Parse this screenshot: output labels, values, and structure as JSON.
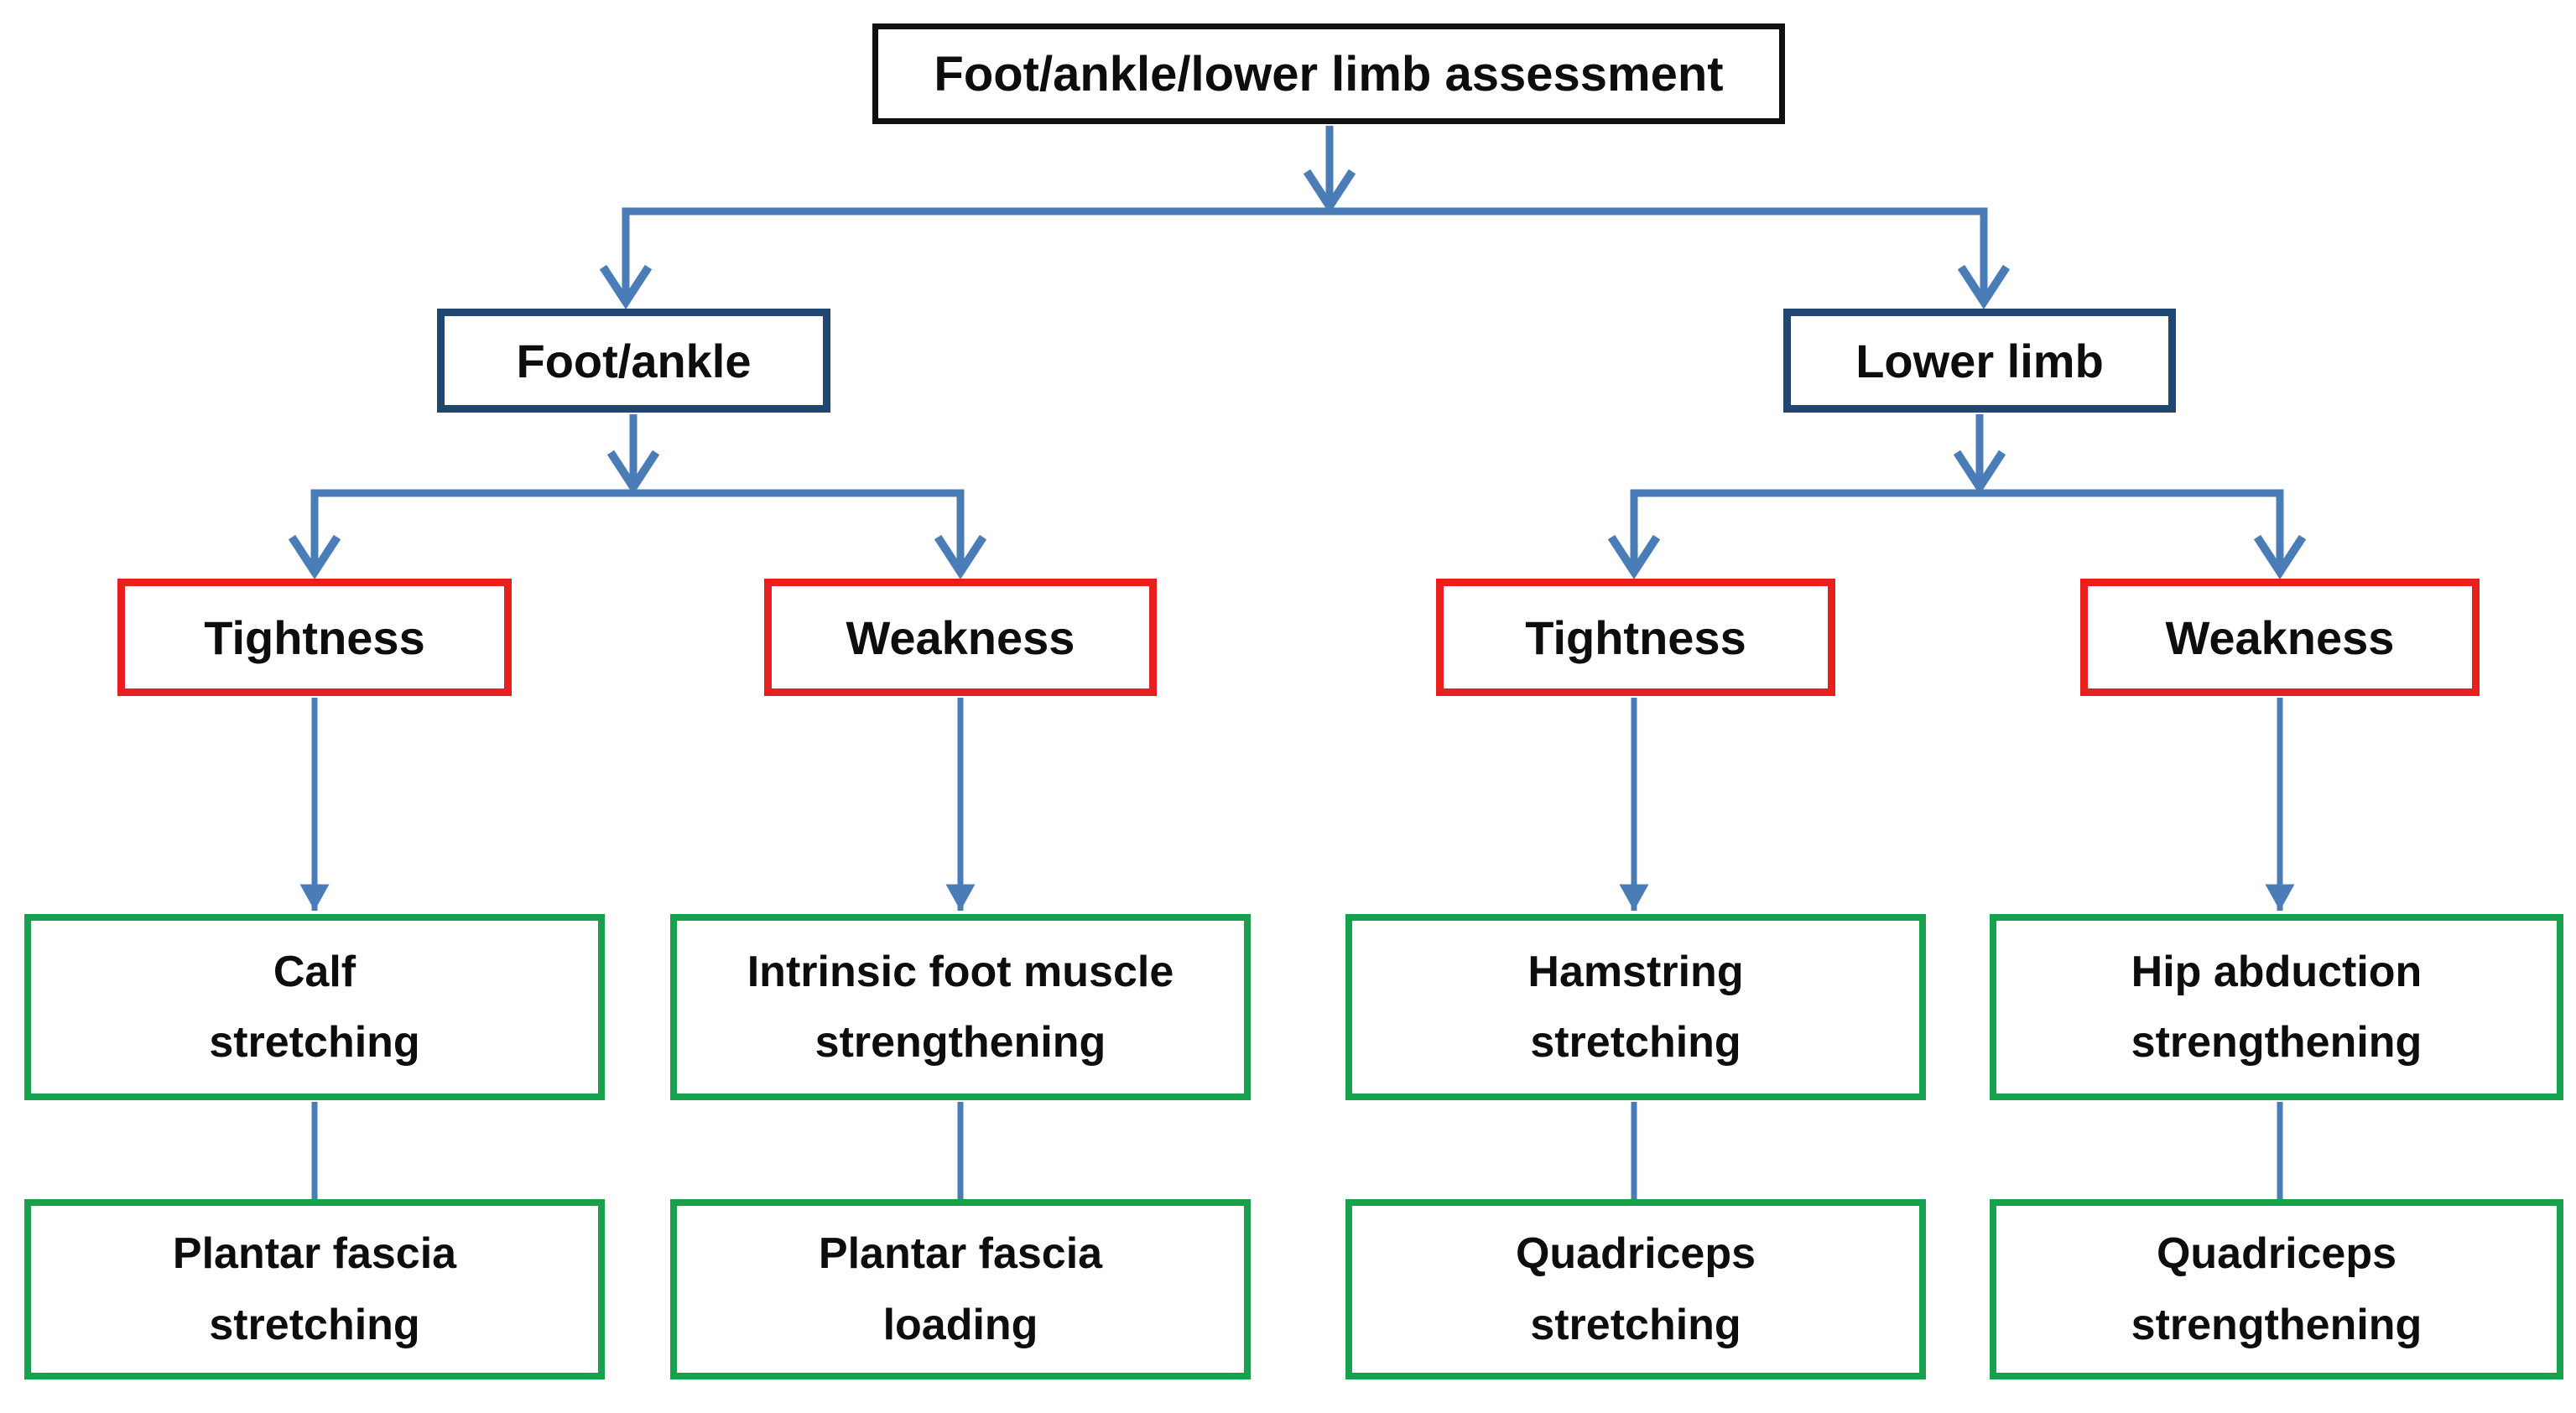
{
  "diagram": {
    "type": "flowchart",
    "title": "Foot/ankle/lower limb assessment",
    "colors": {
      "connector_blue": "#4a7db8",
      "finding_border_red": "#e81f1f",
      "intervention_border_green": "#16a24d",
      "region_border_navy": "#204672",
      "root_border_black": "#111111",
      "text": "#0d0d0d",
      "background": "#ffffff"
    },
    "nodes": {
      "root": {
        "label": "Foot/ankle/lower limb assessment"
      },
      "foot_ankle": {
        "label": "Foot/ankle"
      },
      "lower_limb": {
        "label": "Lower limb"
      },
      "foot_tightness": {
        "label": "Tightness"
      },
      "foot_weakness": {
        "label": "Weakness"
      },
      "limb_tightness": {
        "label": "Tightness"
      },
      "limb_weakness": {
        "label": "Weakness"
      },
      "calf": {
        "line1": "Calf",
        "line2": "stretching"
      },
      "intrinsic": {
        "line1": "Intrinsic foot muscle",
        "line2": "strengthening"
      },
      "hamstring": {
        "line1": "Hamstring",
        "line2": "stretching"
      },
      "hip_abduction": {
        "line1": "Hip abduction",
        "line2": "strengthening"
      },
      "plantar_stretch": {
        "line1": "Plantar fascia",
        "line2": "stretching"
      },
      "plantar_loading": {
        "line1": "Plantar fascia",
        "line2": "loading"
      },
      "quad_stretch": {
        "line1": "Quadriceps",
        "line2": "stretching"
      },
      "quad_strength": {
        "line1": "Quadriceps",
        "line2": "strengthening"
      }
    },
    "edges": [
      {
        "from": "root",
        "to": "foot_ankle",
        "arrow": true
      },
      {
        "from": "root",
        "to": "lower_limb",
        "arrow": true
      },
      {
        "from": "foot_ankle",
        "to": "foot_tightness",
        "arrow": true
      },
      {
        "from": "foot_ankle",
        "to": "foot_weakness",
        "arrow": true
      },
      {
        "from": "lower_limb",
        "to": "limb_tightness",
        "arrow": true
      },
      {
        "from": "lower_limb",
        "to": "limb_weakness",
        "arrow": true
      },
      {
        "from": "foot_tightness",
        "to": "calf",
        "arrow": true
      },
      {
        "from": "foot_weakness",
        "to": "intrinsic",
        "arrow": true
      },
      {
        "from": "limb_tightness",
        "to": "hamstring",
        "arrow": true
      },
      {
        "from": "limb_weakness",
        "to": "hip_abduction",
        "arrow": true
      },
      {
        "from": "calf",
        "to": "plantar_stretch",
        "arrow": false
      },
      {
        "from": "intrinsic",
        "to": "plantar_loading",
        "arrow": false
      },
      {
        "from": "hamstring",
        "to": "quad_stretch",
        "arrow": false
      },
      {
        "from": "hip_abduction",
        "to": "quad_strength",
        "arrow": false
      }
    ]
  }
}
